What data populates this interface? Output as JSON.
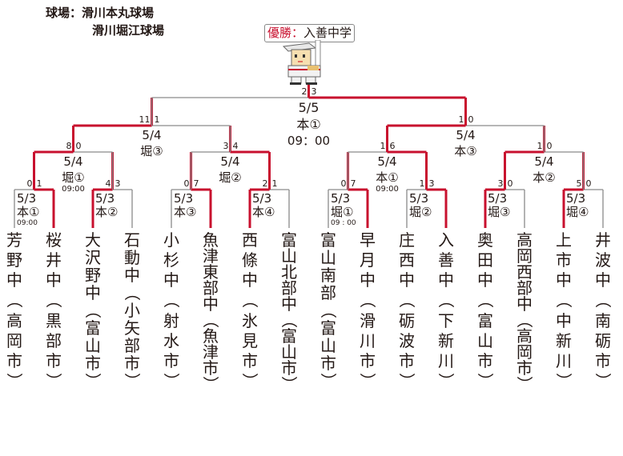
{
  "header": {
    "venue_label": "球場：滑川本丸球場",
    "venue2": "滑川堀江球場"
  },
  "champion": {
    "label": "優勝：",
    "team": "入善中学"
  },
  "colors": {
    "win": "#c8102e",
    "line": "#8a8a8a",
    "text": "#231815"
  },
  "teams": [
    "芳野中（高岡市）",
    "桜井中（黒部市）",
    "大沢野中（富山市）",
    "石動中（小矢部市）",
    "小杉中（射水市）",
    "魚津東部中（魚津市）",
    "西條中（氷見市）",
    "富山北部中（富山市）",
    "富山南部（富山市）",
    "早月中（滑川市）",
    "庄西中（砺波市）",
    "入善中（下新川）",
    "奥田中（富山市）",
    "高岡西部中（高岡市）",
    "上市中（中新川）",
    "井波中（南砺市）"
  ],
  "rounds": [
    [
      {
        "date": "5/3",
        "venue": "本①",
        "time": "09:00",
        "scores": [
          "0",
          "1"
        ],
        "winner": 1
      },
      {
        "date": "5/3",
        "venue": "本②",
        "scores": [
          "4",
          "3"
        ],
        "winner": 0
      },
      {
        "date": "5/3",
        "venue": "本③",
        "scores": [
          "0",
          "7"
        ],
        "winner": 1
      },
      {
        "date": "5/3",
        "venue": "本④",
        "scores": [
          "2",
          "1"
        ],
        "winner": 0
      },
      {
        "date": "5/3",
        "venue": "堀①",
        "time": "09 : 00",
        "scores": [
          "0",
          "7"
        ],
        "winner": 1
      },
      {
        "date": "5/3",
        "venue": "堀②",
        "scores": [
          "1",
          "3"
        ],
        "winner": 1
      },
      {
        "date": "5/3",
        "venue": "堀③",
        "scores": [
          "3",
          "0"
        ],
        "winner": 0
      },
      {
        "date": "5/3",
        "venue": "堀④",
        "scores": [
          "5",
          "0"
        ],
        "winner": 0
      }
    ],
    [
      {
        "date": "5/4",
        "venue": "堀①",
        "time": "09:00",
        "scores": [
          "8",
          "0"
        ],
        "winner": 0
      },
      {
        "date": "5/4",
        "venue": "堀②",
        "scores": [
          "3",
          "4"
        ],
        "winner": 1
      },
      {
        "date": "5/4",
        "venue": "本①",
        "time": "09:00",
        "scores": [
          "1",
          "6"
        ],
        "winner": 1
      },
      {
        "date": "5/4",
        "venue": "本②",
        "scores": [
          "1",
          "0"
        ],
        "winner": 0
      }
    ],
    [
      {
        "date": "5/4",
        "venue": "堀③",
        "scores": [
          "11",
          "1"
        ],
        "winner": 0
      },
      {
        "date": "5/4",
        "venue": "本③",
        "scores": [
          "1",
          "0"
        ],
        "winner": 0
      }
    ],
    [
      {
        "date": "5/5",
        "venue": "本①",
        "time": "09：00",
        "scores": [
          "2",
          "3"
        ],
        "winner": 1
      }
    ]
  ]
}
